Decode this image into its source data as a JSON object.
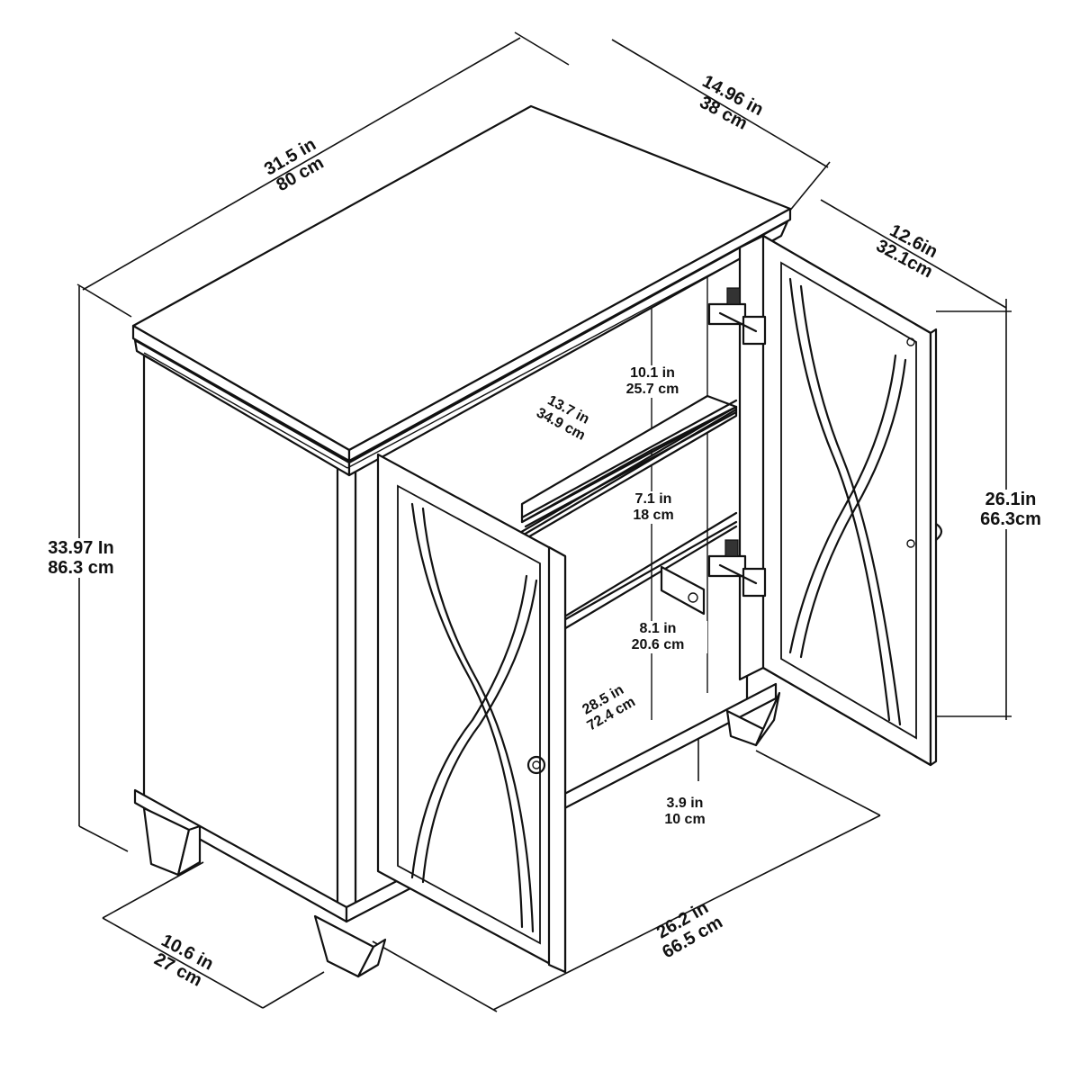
{
  "dimensions": {
    "top_width": {
      "line1": "31.5 in",
      "line2": "80 cm"
    },
    "top_depth": {
      "line1": "14.96 in",
      "line2": "38 cm"
    },
    "door_width": {
      "line1": "12.6in",
      "line2": "32.1cm"
    },
    "door_height": {
      "line1": "26.1in",
      "line2": "66.3cm"
    },
    "total_height": {
      "line1": "33.97 In",
      "line2": "86.3 cm"
    },
    "upper_shelf": {
      "line1": "10.1 in",
      "line2": "25.7 cm"
    },
    "shelf_depth": {
      "line1": "13.7 in",
      "line2": "34.9 cm"
    },
    "middle_shelf": {
      "line1": "7.1 in",
      "line2": "18 cm"
    },
    "lower_shelf": {
      "line1": "8.1 in",
      "line2": "20.6 cm"
    },
    "interior_width": {
      "line1": "28.5 in",
      "line2": "72.4 cm"
    },
    "leg_height": {
      "line1": "3.9 in",
      "line2": "10 cm"
    },
    "base_depth": {
      "line1": "10.6 in",
      "line2": "27 cm"
    },
    "base_width": {
      "line1": "26.2 in",
      "line2": "66.5 cm"
    }
  }
}
